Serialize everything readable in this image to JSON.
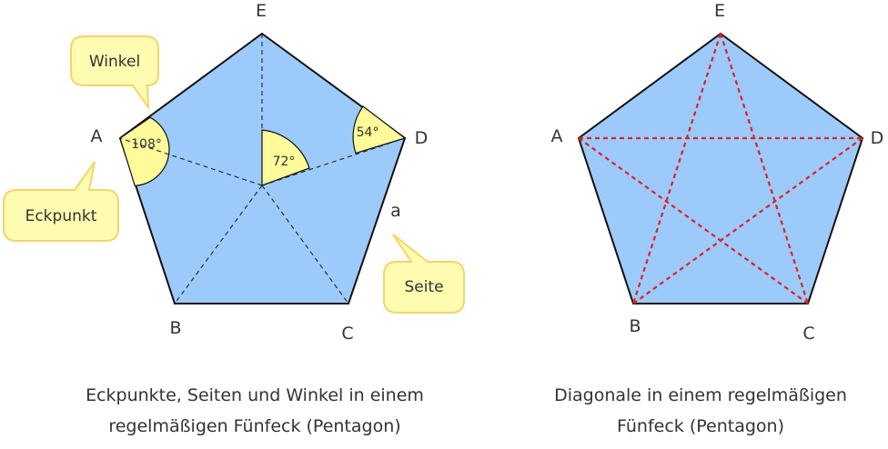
{
  "colors": {
    "pentagon_fill": "#9ccbfb",
    "outline": "#111111",
    "angle_fill": "#fffb9a",
    "bubble_fill": "#fffbb0",
    "bubble_stroke": "#f3d56a",
    "diagonal": "#e0202a"
  },
  "left_figure": {
    "vertices": {
      "A": "A",
      "B": "B",
      "C": "C",
      "D": "D",
      "E": "E"
    },
    "side_label": "a",
    "angles": {
      "interior": "108°",
      "center": "72°",
      "base": "54°"
    },
    "callouts": {
      "angle": "Winkel",
      "vertex": "Eckpunkt",
      "side": "Seite"
    },
    "caption_line1": "Eckpunkte, Seiten und Winkel in einem",
    "caption_line2": "regelmäßigen Fünfeck (Pentagon)"
  },
  "right_figure": {
    "vertices": {
      "A": "A",
      "B": "B",
      "C": "C",
      "D": "D",
      "E": "E"
    },
    "caption_line1": "Diagonale in einem regelmäßigen",
    "caption_line2": "Fünfeck (Pentagon)"
  }
}
